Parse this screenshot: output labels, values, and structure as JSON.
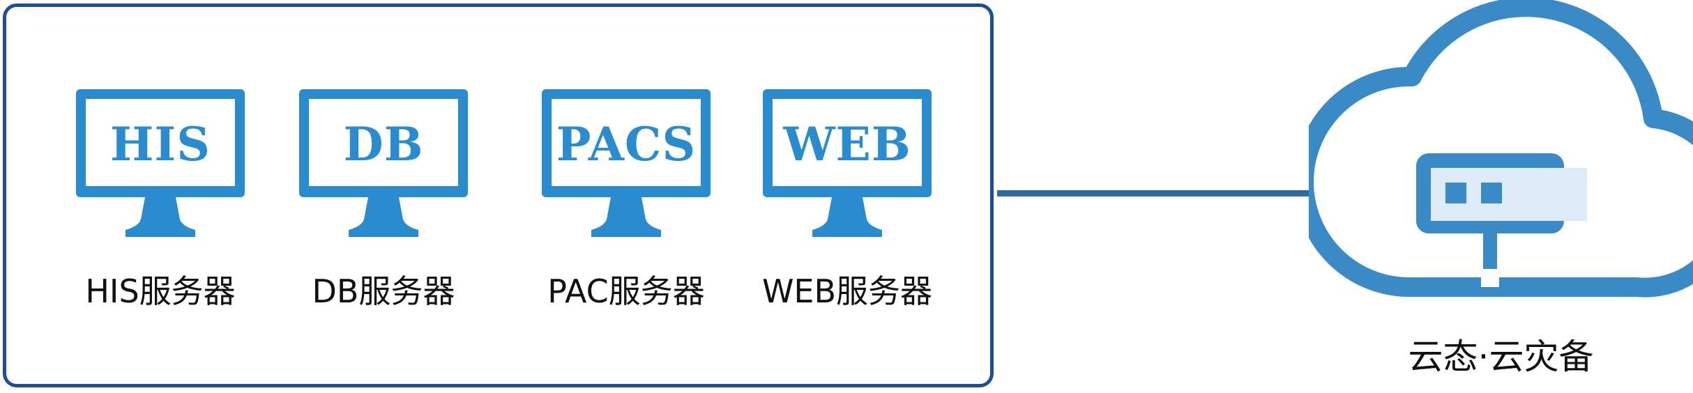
{
  "servers": [
    {
      "screen_text": "HIS",
      "label": "HIS服务器"
    },
    {
      "screen_text": "DB",
      "label": "DB服务器"
    },
    {
      "screen_text": "PACS",
      "label": "PAC服务器"
    },
    {
      "screen_text": "WEB",
      "label": "WEB服务器"
    }
  ],
  "cloud": {
    "label": "云态·云灾备"
  },
  "colors": {
    "box_border": "#1d4f96",
    "monitor_blue": "#2a8ccf",
    "link_line": "#2f6a9c",
    "cloud_blue": "#3a8ac7",
    "device_fill": "#ddeaf7"
  }
}
